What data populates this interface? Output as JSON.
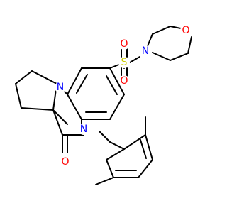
{
  "molecule": {
    "atoms": [
      {
        "id": "S",
        "label": "S",
        "color": "#cccc00"
      },
      {
        "id": "O1",
        "label": "O",
        "color": "#ff0000"
      },
      {
        "id": "O2",
        "label": "O",
        "color": "#ff0000"
      },
      {
        "id": "Nm",
        "label": "N",
        "color": "#0000ff"
      },
      {
        "id": "Om",
        "label": "O",
        "color": "#ff0000"
      },
      {
        "id": "N1",
        "label": "N",
        "color": "#0000ff"
      },
      {
        "id": "N2",
        "label": "N",
        "color": "#0000ff"
      },
      {
        "id": "Oc",
        "label": "O",
        "color": "#ff0000"
      }
    ],
    "bond_color": "#000000"
  }
}
